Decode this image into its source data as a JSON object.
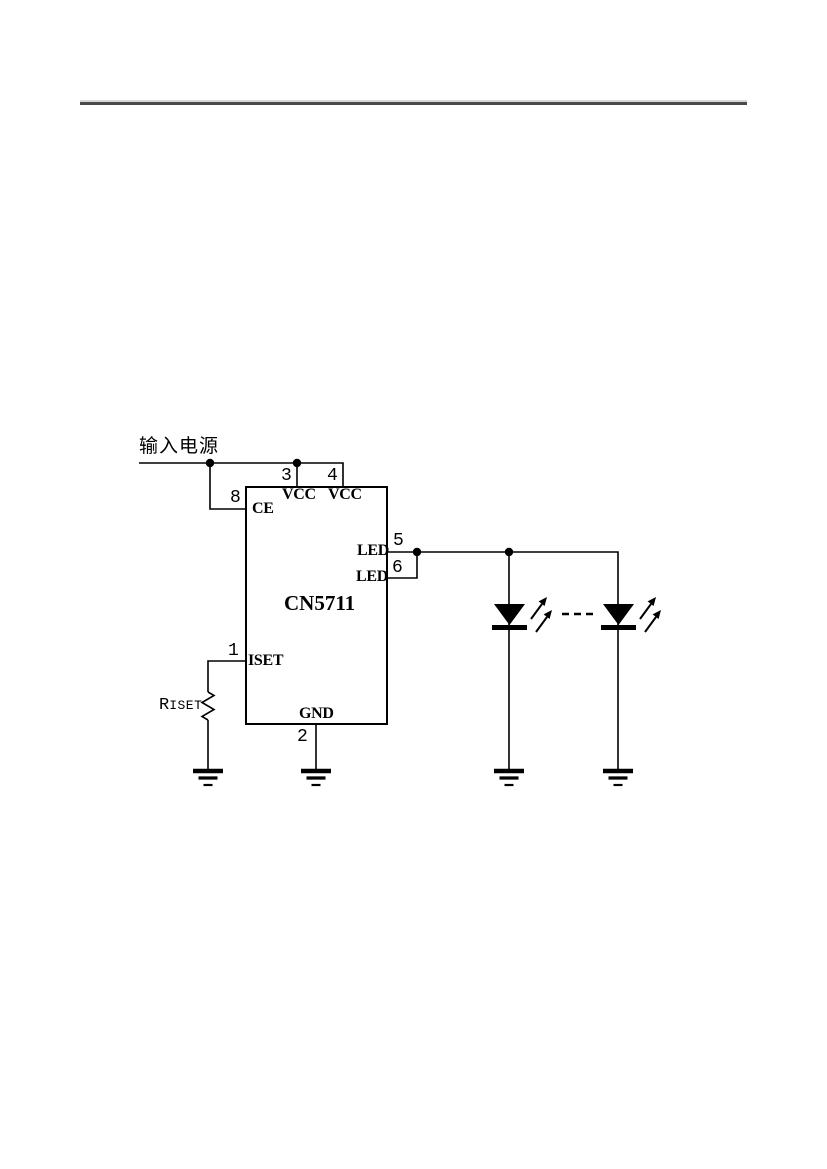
{
  "colors": {
    "wire": "#000000",
    "text": "#000000",
    "rule_light": "#d6d6d6",
    "rule_dark": "#4a4a4a",
    "page_background": "#ffffff"
  },
  "circuit": {
    "power_label": "输入电源",
    "ic": {
      "name": "CN5711",
      "pins": {
        "p1": {
          "number": "1",
          "label": "ISET",
          "side": "left"
        },
        "p2": {
          "number": "2",
          "label": "GND",
          "side": "bottom"
        },
        "p3": {
          "number": "3",
          "label": "VCC",
          "side": "top"
        },
        "p4": {
          "number": "4",
          "label": "VCC",
          "side": "top"
        },
        "p5": {
          "number": "5",
          "label": "LED",
          "side": "right"
        },
        "p6": {
          "number": "6",
          "label": "LED",
          "side": "right"
        },
        "p8": {
          "number": "8",
          "label": "CE",
          "side": "left"
        }
      }
    },
    "resistor": {
      "prefix": "R",
      "subscript": "ISET"
    },
    "led_string": {
      "leds_drawn": 2,
      "ellipsis_dash_count": 3
    },
    "ground_symbol_count": 4
  }
}
